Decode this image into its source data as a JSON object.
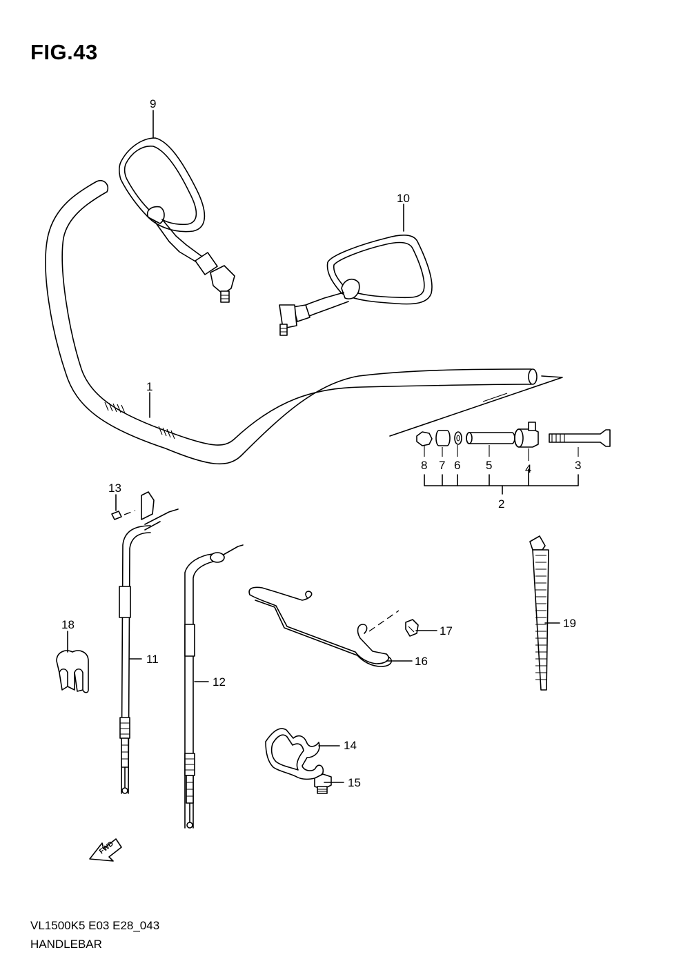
{
  "figure": {
    "title": "FIG.43"
  },
  "footer": {
    "model_code": "VL1500K5 E03 E28_043",
    "section_name": "HANDLEBAR"
  },
  "fwd_arrow": {
    "label": "FWD"
  },
  "callouts": {
    "c1": "1",
    "c2": "2",
    "c3": "3",
    "c4": "4",
    "c5": "5",
    "c6": "6",
    "c7": "7",
    "c8": "8",
    "c9": "9",
    "c10": "10",
    "c11": "11",
    "c12": "12",
    "c13": "13",
    "c14": "14",
    "c15": "15",
    "c16": "16",
    "c17": "17",
    "c18": "18",
    "c19": "19"
  }
}
